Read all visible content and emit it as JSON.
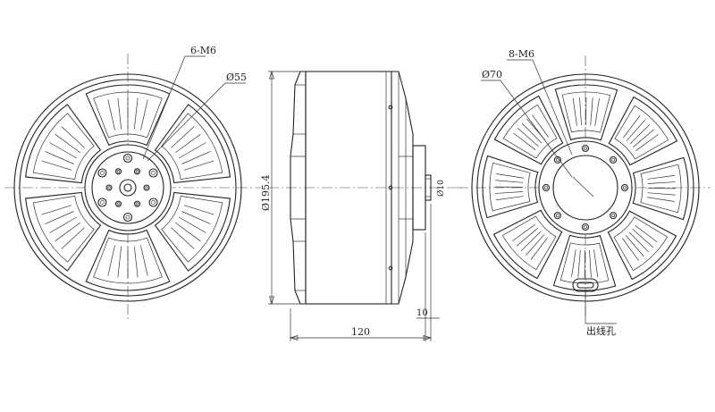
{
  "front_view": {
    "callout_bolts": "6-M6",
    "callout_diameter": "Ø55"
  },
  "side_view": {
    "callout_diameter": "Ø195.4",
    "shaft_diameter": "Ø10",
    "dim_length": "120",
    "dim_shaft": "10"
  },
  "rear_view": {
    "callout_bolts": "8-M6",
    "callout_diameter": "Ø70",
    "callout_cable_hole": "出线孔"
  }
}
